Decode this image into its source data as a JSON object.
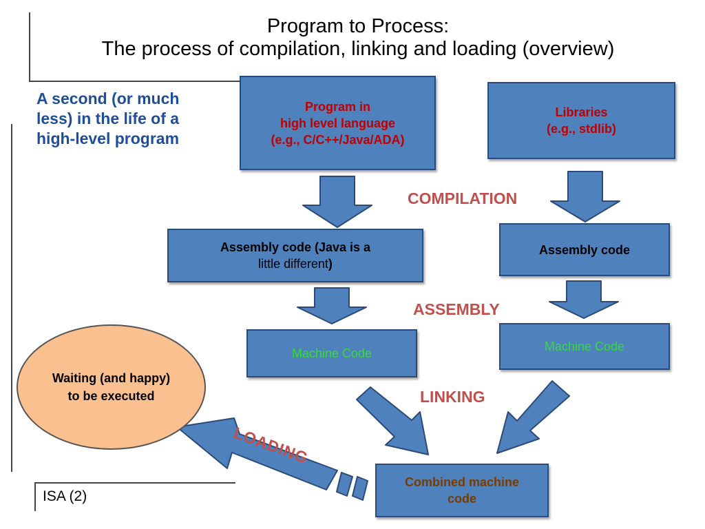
{
  "title": {
    "line1": "Program to Process:",
    "line2": "The process of compilation, linking and loading (overview)"
  },
  "side_note": "A second (or much less) in the life of a high-level program",
  "boxes": {
    "program": {
      "line1": "Program in",
      "line2": "high level language",
      "line3": "(e.g., C/C++/Java/ADA)"
    },
    "libraries": {
      "line1": "Libraries",
      "line2": "(e.g., stdlib)"
    },
    "assembly_left": {
      "line1": "Assembly code (Java is a",
      "line2a": "little different",
      "line2b": ")"
    },
    "assembly_right": {
      "label": "Assembly code"
    },
    "machine_left": {
      "label": "Machine Code"
    },
    "machine_right": {
      "label": "Machine Code"
    },
    "combined": {
      "line1": "Combined machine",
      "line2": "code"
    }
  },
  "stages": {
    "compilation": "COMPILATION",
    "assembly": "ASSEMBLY",
    "linking": "LINKING",
    "loading": "LOADING"
  },
  "ellipse": {
    "line1": "Waiting (and happy)",
    "line2": "to be executed"
  },
  "footer": "ISA (2)",
  "colors": {
    "box_fill": "#4f81bd",
    "stage_text": "#c0504d",
    "ellipse_fill": "#fac08f",
    "side_text": "#1f4e99"
  }
}
